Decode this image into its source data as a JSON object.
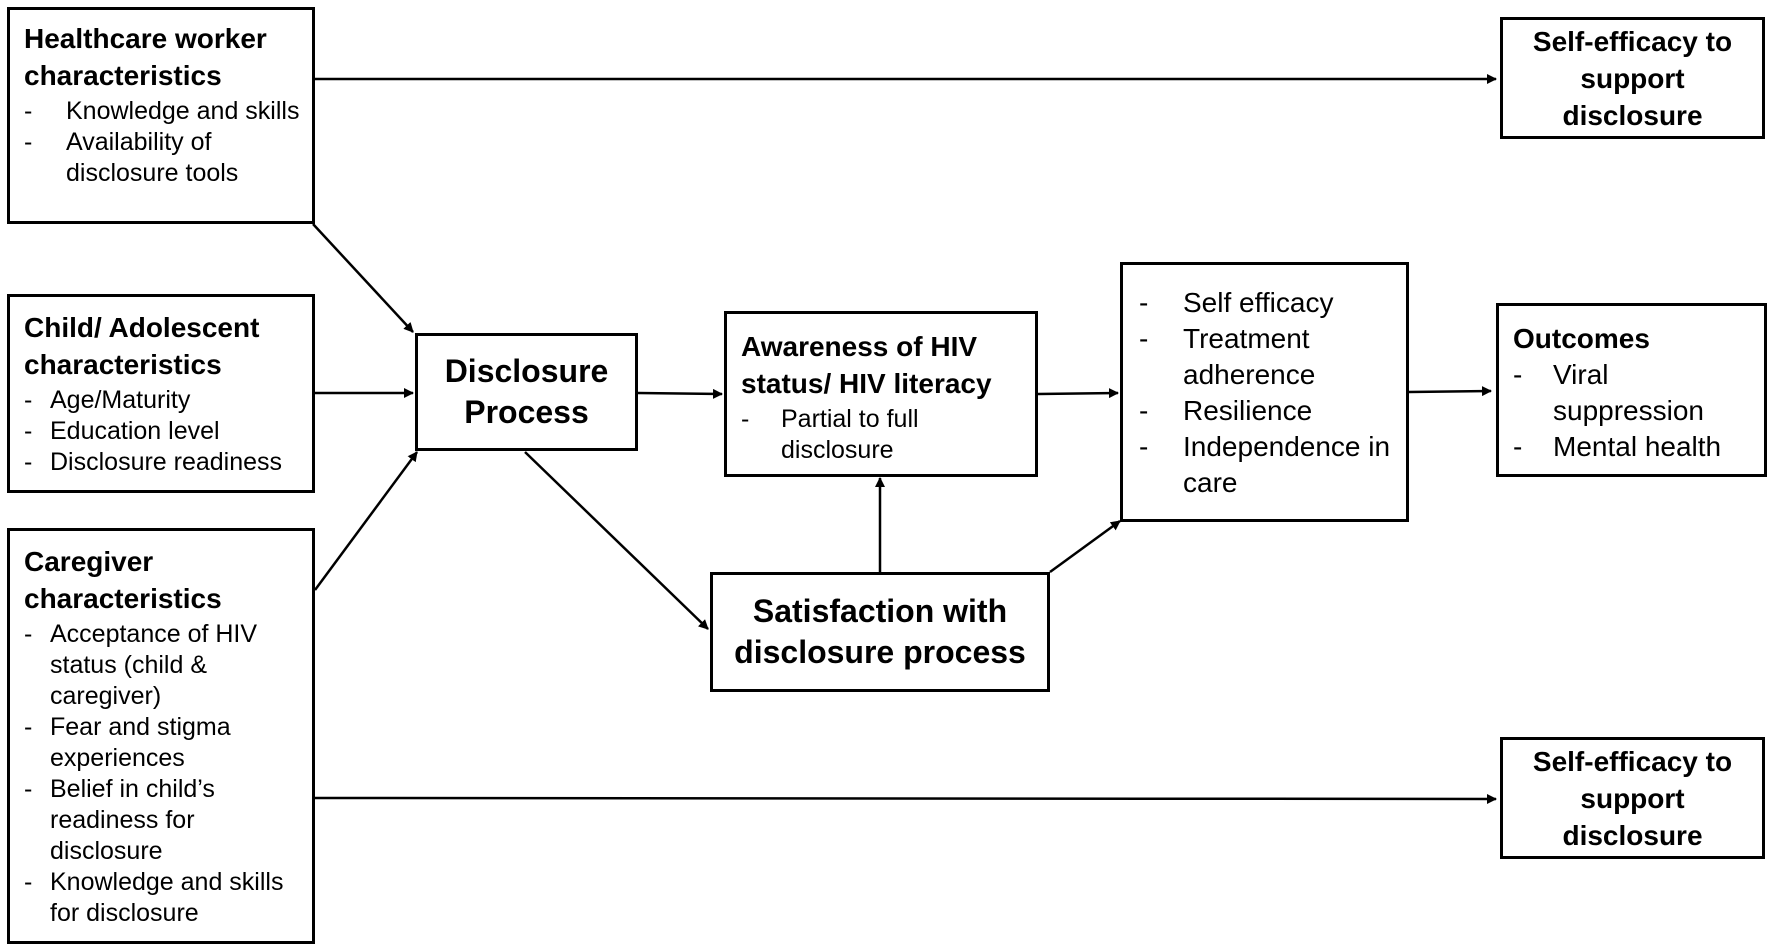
{
  "healthcare": {
    "title": "Healthcare worker characteristics",
    "items": [
      "Knowledge and skills",
      "Availability of disclosure tools"
    ]
  },
  "child": {
    "title": "Child/ Adolescent characteristics",
    "items": [
      "Age/Maturity",
      "Education level",
      "Disclosure readiness"
    ]
  },
  "caregiver": {
    "title": "Caregiver characteristics",
    "items": [
      "Acceptance of HIV status (child & caregiver)",
      "Fear and stigma experiences",
      "Belief in child’s readiness for disclosure",
      "Knowledge and skills for disclosure"
    ]
  },
  "disclosure_process": {
    "title": "Disclosure Process"
  },
  "awareness": {
    "title": "Awareness of HIV status/ HIV literacy",
    "items": [
      "Partial to full disclosure"
    ]
  },
  "satisfaction": {
    "title": "Satisfaction with disclosure process"
  },
  "intermediate": {
    "items": [
      "Self efficacy",
      "Treatment adherence",
      "Resilience",
      "Independence in care"
    ]
  },
  "outcomes": {
    "title": "Outcomes",
    "items": [
      "Viral suppression",
      "Mental health"
    ]
  },
  "self_efficacy_top": {
    "title": "Self-efficacy to support disclosure"
  },
  "self_efficacy_bottom": {
    "title": "Self-efficacy to support disclosure"
  }
}
